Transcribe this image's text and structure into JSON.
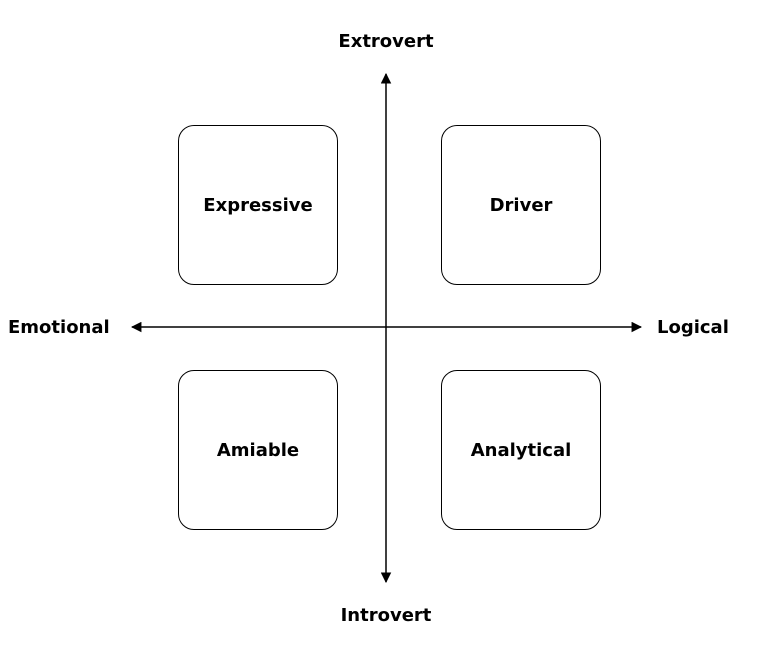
{
  "axes": {
    "top": "Extrovert",
    "bottom": "Introvert",
    "left": "Emotional",
    "right": "Logical"
  },
  "quadrants": {
    "top_left": "Expressive",
    "top_right": "Driver",
    "bottom_left": "Amiable",
    "bottom_right": "Analytical"
  },
  "colors": {
    "stroke": "#000000",
    "background": "#ffffff"
  }
}
